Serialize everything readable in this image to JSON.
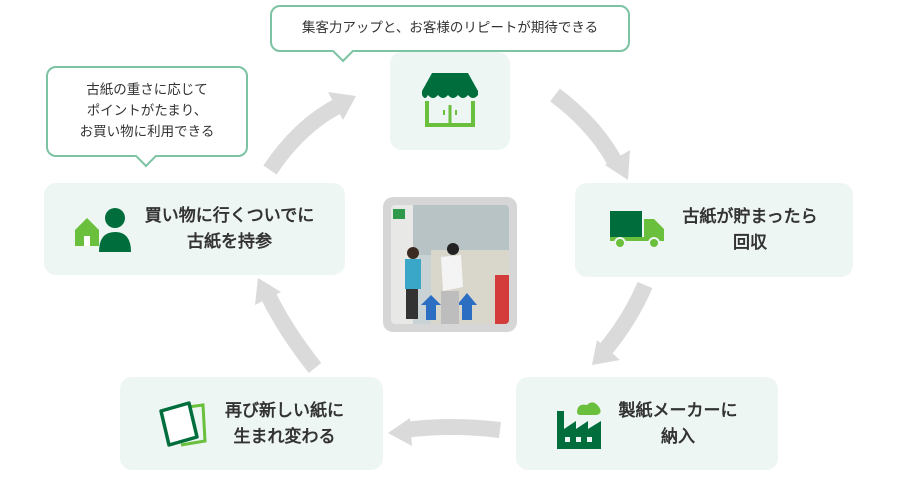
{
  "steps": {
    "store": {
      "icon": "store-icon"
    },
    "bring": {
      "label_1": "買い物に行くついでに",
      "label_2": "古紙を持参",
      "icon": "house-person-icon"
    },
    "collect": {
      "label_1": "古紙が貯まったら",
      "label_2": "回収",
      "icon": "truck-icon"
    },
    "deliver": {
      "label_1": "製紙メーカーに",
      "label_2": "納入",
      "icon": "factory-icon"
    },
    "reborn": {
      "label_1": "再び新しい紙に",
      "label_2": "生まれ変わる",
      "icon": "paper-icon"
    }
  },
  "bubbles": {
    "store": "集客力アップと、お客様のリピートが期待できる",
    "customer": {
      "line_1": "古紙の重さに応じて",
      "line_2": "ポイントがたまり、",
      "line_3": "お買い物に利用できる"
    }
  },
  "photo": {
    "description_icon": "recycling-station-photo"
  },
  "colors": {
    "dark_green": "#006e3c",
    "light_green": "#6abf3c",
    "box_bg": "#eef6f4",
    "arrow": "#dadada",
    "bubble_border": "#7cc3a3"
  }
}
